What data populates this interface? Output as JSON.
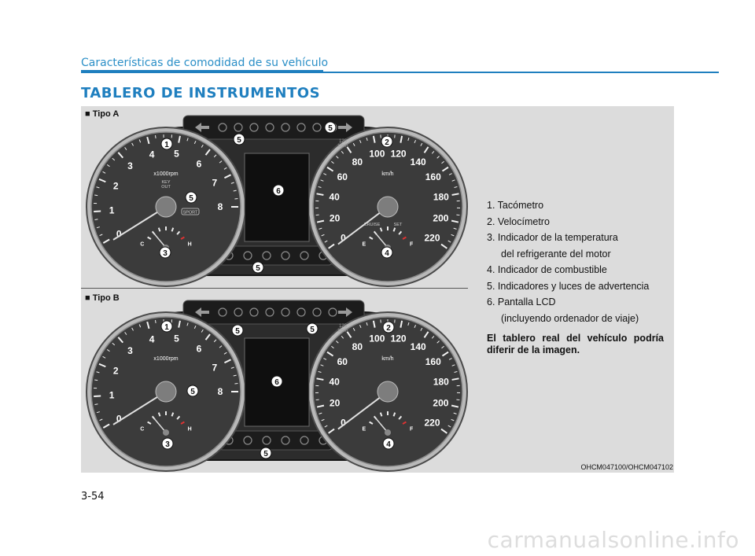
{
  "header": {
    "section": "Características de comodidad de su vehículo",
    "title": "TABLERO DE INSTRUMENTOS"
  },
  "figure": {
    "type_a_label": "■ Tipo A",
    "type_b_label": "■ Tipo B",
    "image_code": "OHCM047100/OHCM047102",
    "tach_labels": [
      "0",
      "1",
      "2",
      "3",
      "4",
      "5",
      "6",
      "7",
      "8"
    ],
    "tach_unit": "x1000rpm",
    "speed_labels": [
      "0",
      "20",
      "40",
      "60",
      "80",
      "100",
      "120",
      "140",
      "160",
      "180",
      "200",
      "220"
    ],
    "speed_unit": "km/h",
    "key_out": "KEY\nOUT",
    "sport": "SPORT",
    "cruise": "CRUISE",
    "set": "SET",
    "speed_120": "120\nkm/h",
    "temp_c": "C",
    "temp_h": "H",
    "fuel_e": "E",
    "fuel_f": "F",
    "callouts_a": [
      "1",
      "2",
      "3",
      "4",
      "5",
      "5",
      "5",
      "5",
      "6"
    ],
    "callouts_b": [
      "1",
      "2",
      "3",
      "4",
      "5",
      "5",
      "5",
      "5",
      "6"
    ]
  },
  "legend": {
    "items": [
      "1. Tacómetro",
      "2. Velocímetro",
      "3. Indicador de la temperatura",
      "del refrigerante del motor",
      "4. Indicador de combustible",
      "5. Indicadores y luces de advertencia",
      "6. Pantalla LCD",
      "(incluyendo ordenador de viaje)"
    ],
    "note": "El tablero real del vehículo podría diferir de la imagen."
  },
  "page_number": "3-54",
  "watermark": "carmanualsonline.info",
  "colors": {
    "accent_blue": "#1f7fbf",
    "panel_bg": "#dcdcdc"
  }
}
